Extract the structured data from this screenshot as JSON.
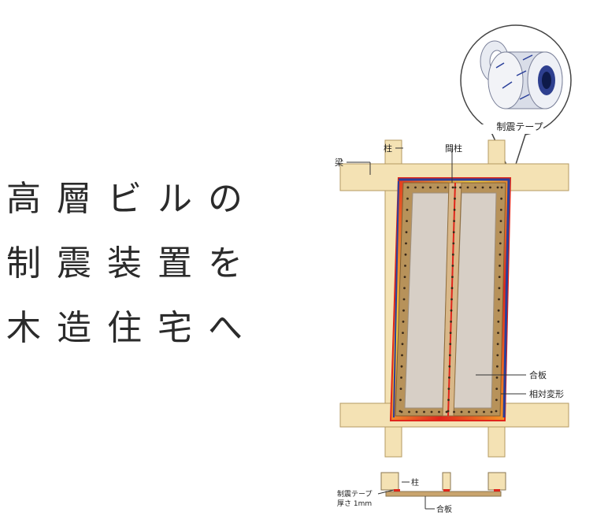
{
  "headline": {
    "line1": "高層ビルの",
    "line2": "制震装置を",
    "line3": "木造住宅へ"
  },
  "diagram": {
    "labels": {
      "tape_callout": "制震テープ",
      "column_top": "柱",
      "stud": "間柱",
      "beam": "梁",
      "plywood": "合板",
      "relative_deformation": "相対変形"
    },
    "section": {
      "column": "柱",
      "tape_line1": "制震テープ",
      "tape_line2": "厚さ 1mm",
      "plywood": "合板"
    },
    "colors": {
      "timber": "#f4e2b4",
      "timber_edge": "#c9b07a",
      "plywood": "#d7cfc6",
      "frame": "#b7925a",
      "stress_red": "#e0261b",
      "stress_yellow": "#f7d23e",
      "tape_blue": "#2a3f9a"
    }
  }
}
